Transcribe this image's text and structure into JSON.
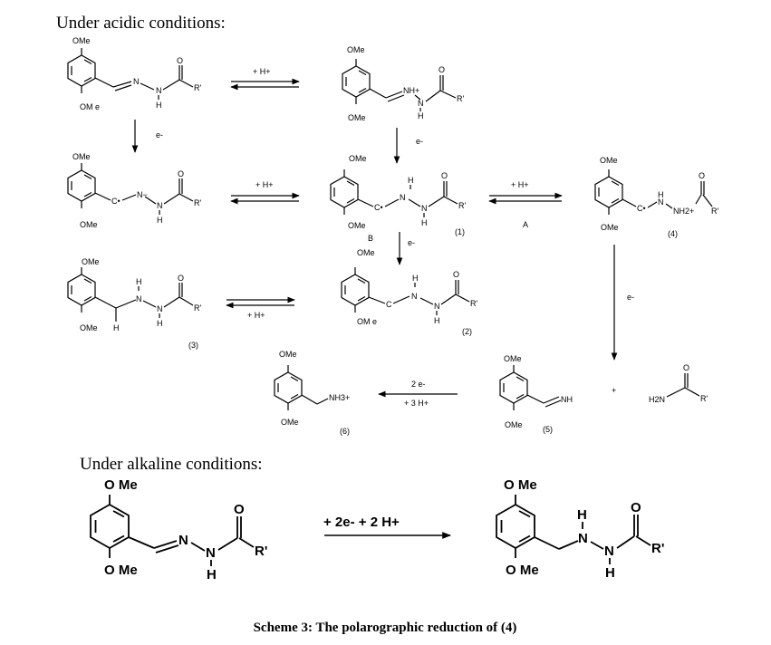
{
  "headings": {
    "acidic": "Under acidic conditions:",
    "alkaline": "Under alkaline conditions:"
  },
  "caption": "Scheme 3: The polarographic reduction of (4)",
  "atoms": {
    "ome": "OMe",
    "ome_spaced": "OM e",
    "ome_bold": "O Me",
    "n": "N",
    "h": "H",
    "o": "O",
    "r": "R'",
    "nh_plus": "NH+",
    "nh": "NH",
    "nh2_plus": "NH2+",
    "nh3_plus": "NH3+",
    "h2n": "H2N",
    "c_radical": "C•",
    "c": "C",
    "n_minus": "N−"
  },
  "reagents": {
    "h_plus": "+ H+",
    "e_minus": "e-",
    "two_e": "2 e-",
    "three_h": "+ 3 H+",
    "alkaline": "+ 2e- + 2 H+",
    "plus": "+"
  },
  "labels": {
    "c1": "(1)",
    "c2": "(2)",
    "c3": "(3)",
    "c4": "(4)",
    "c5": "(5)",
    "c6": "(6)",
    "path_a": "A",
    "path_b": "B"
  }
}
